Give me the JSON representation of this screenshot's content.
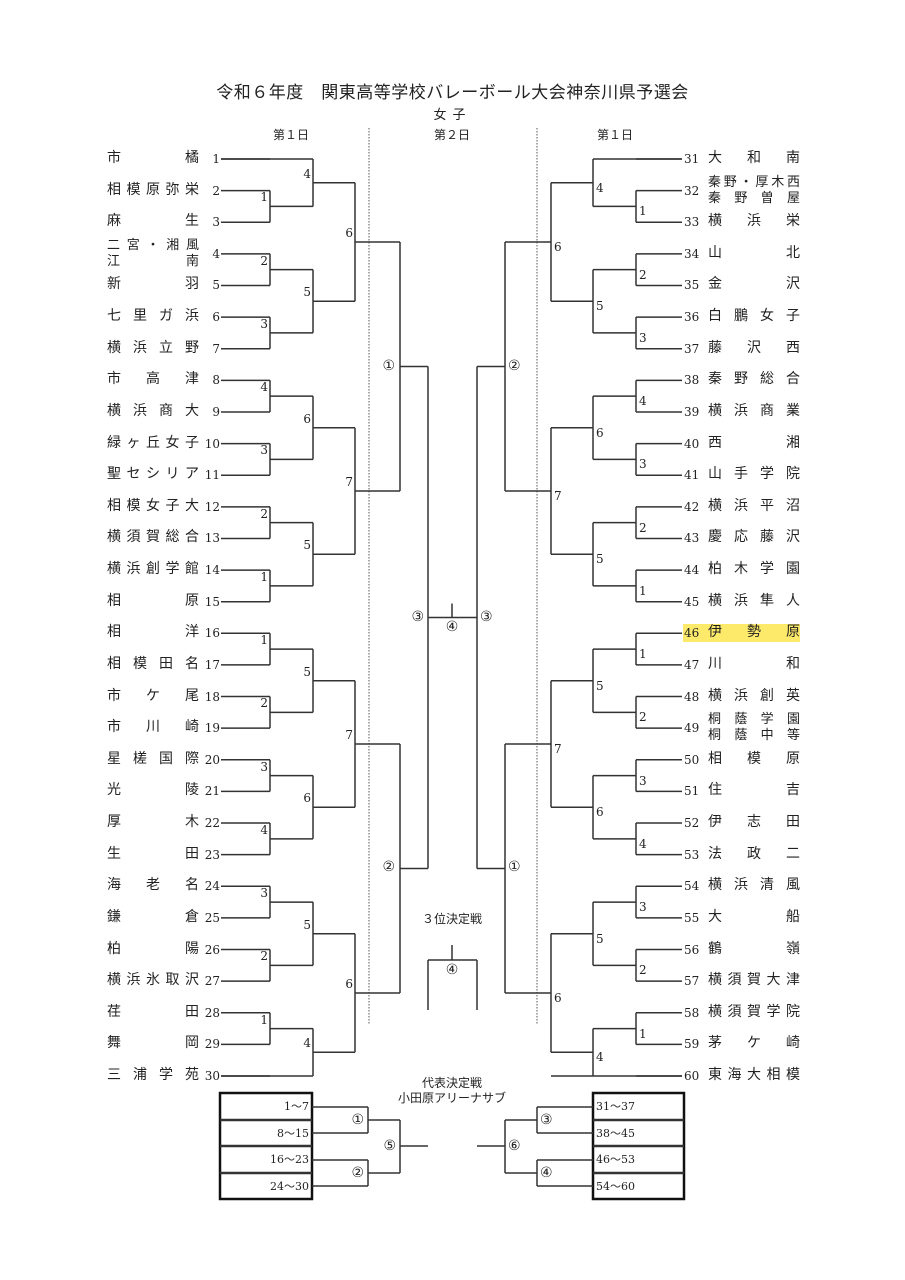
{
  "header": {
    "title": "令和６年度　関東高等学校バレーボール大会神奈川県予選会",
    "subtitle": "女子",
    "day_left": "第１日",
    "day_center": "第２日",
    "day_right": "第１日"
  },
  "left_teams": [
    {
      "seed": "1",
      "name": [
        "市",
        "橘"
      ]
    },
    {
      "seed": "2",
      "name": [
        "相",
        "模",
        "原",
        "弥",
        "栄"
      ]
    },
    {
      "seed": "3",
      "name": [
        "麻",
        "生"
      ]
    },
    {
      "seed": "4",
      "lines": [
        [
          "二",
          "宮",
          "・",
          "湘",
          "風"
        ],
        [
          "江",
          "南"
        ]
      ]
    },
    {
      "seed": "5",
      "name": [
        "新",
        "羽"
      ]
    },
    {
      "seed": "6",
      "name": [
        "七",
        "里",
        "ガ",
        "浜"
      ]
    },
    {
      "seed": "7",
      "name": [
        "横",
        "浜",
        "立",
        "野"
      ]
    },
    {
      "seed": "8",
      "name": [
        "市",
        "高",
        "津"
      ]
    },
    {
      "seed": "9",
      "name": [
        "横",
        "浜",
        "商",
        "大"
      ]
    },
    {
      "seed": "10",
      "name": [
        "緑",
        "ヶ",
        "丘",
        "女",
        "子"
      ]
    },
    {
      "seed": "11",
      "name": [
        "聖",
        "セ",
        "シ",
        "リ",
        "ア"
      ]
    },
    {
      "seed": "12",
      "name": [
        "相",
        "模",
        "女",
        "子",
        "大"
      ]
    },
    {
      "seed": "13",
      "name": [
        "横",
        "須",
        "賀",
        "総",
        "合"
      ]
    },
    {
      "seed": "14",
      "name": [
        "横",
        "浜",
        "創",
        "学",
        "館"
      ]
    },
    {
      "seed": "15",
      "name": [
        "相",
        "原"
      ]
    },
    {
      "seed": "16",
      "name": [
        "相",
        "洋"
      ]
    },
    {
      "seed": "17",
      "name": [
        "相",
        "模",
        "田",
        "名"
      ]
    },
    {
      "seed": "18",
      "name": [
        "市",
        "ケ",
        "尾"
      ]
    },
    {
      "seed": "19",
      "name": [
        "市",
        "川",
        "崎"
      ]
    },
    {
      "seed": "20",
      "name": [
        "星",
        "槎",
        "国",
        "際"
      ]
    },
    {
      "seed": "21",
      "name": [
        "光",
        "陵"
      ]
    },
    {
      "seed": "22",
      "name": [
        "厚",
        "木"
      ]
    },
    {
      "seed": "23",
      "name": [
        "生",
        "田"
      ]
    },
    {
      "seed": "24",
      "name": [
        "海",
        "老",
        "名"
      ]
    },
    {
      "seed": "25",
      "name": [
        "鎌",
        "倉"
      ]
    },
    {
      "seed": "26",
      "name": [
        "柏",
        "陽"
      ]
    },
    {
      "seed": "27",
      "name": [
        "横",
        "浜",
        "氷",
        "取",
        "沢"
      ]
    },
    {
      "seed": "28",
      "name": [
        "荏",
        "田"
      ]
    },
    {
      "seed": "29",
      "name": [
        "舞",
        "岡"
      ]
    },
    {
      "seed": "30",
      "name": [
        "三",
        "浦",
        "学",
        "苑"
      ]
    }
  ],
  "right_teams": [
    {
      "seed": "31",
      "name": [
        "大",
        "和",
        "南"
      ]
    },
    {
      "seed": "32",
      "lines": [
        [
          "秦",
          "野",
          "・",
          "厚",
          "木",
          "西"
        ],
        [
          "秦",
          "野",
          "曽",
          "屋"
        ]
      ]
    },
    {
      "seed": "33",
      "name": [
        "横",
        "浜",
        "栄"
      ]
    },
    {
      "seed": "34",
      "name": [
        "山",
        "北"
      ]
    },
    {
      "seed": "35",
      "name": [
        "金",
        "沢"
      ]
    },
    {
      "seed": "36",
      "name": [
        "白",
        "鵬",
        "女",
        "子"
      ]
    },
    {
      "seed": "37",
      "name": [
        "藤",
        "沢",
        "西"
      ]
    },
    {
      "seed": "38",
      "name": [
        "秦",
        "野",
        "総",
        "合"
      ]
    },
    {
      "seed": "39",
      "name": [
        "横",
        "浜",
        "商",
        "業"
      ]
    },
    {
      "seed": "40",
      "name": [
        "西",
        "湘"
      ]
    },
    {
      "seed": "41",
      "name": [
        "山",
        "手",
        "学",
        "院"
      ]
    },
    {
      "seed": "42",
      "name": [
        "横",
        "浜",
        "平",
        "沼"
      ]
    },
    {
      "seed": "43",
      "name": [
        "慶",
        "応",
        "藤",
        "沢"
      ]
    },
    {
      "seed": "44",
      "name": [
        "柏",
        "木",
        "学",
        "園"
      ]
    },
    {
      "seed": "45",
      "name": [
        "横",
        "浜",
        "隼",
        "人"
      ]
    },
    {
      "seed": "46",
      "name": [
        "伊",
        "勢",
        "原"
      ],
      "highlight": true
    },
    {
      "seed": "47",
      "name": [
        "川",
        "和"
      ]
    },
    {
      "seed": "48",
      "name": [
        "横",
        "浜",
        "創",
        "英"
      ]
    },
    {
      "seed": "49",
      "lines": [
        [
          "桐",
          "蔭",
          "学",
          "園"
        ],
        [
          "桐",
          "蔭",
          "中",
          "等"
        ]
      ]
    },
    {
      "seed": "50",
      "name": [
        "相",
        "模",
        "原"
      ]
    },
    {
      "seed": "51",
      "name": [
        "住",
        "吉"
      ]
    },
    {
      "seed": "52",
      "name": [
        "伊",
        "志",
        "田"
      ]
    },
    {
      "seed": "53",
      "name": [
        "法",
        "政",
        "二"
      ]
    },
    {
      "seed": "54",
      "name": [
        "横",
        "浜",
        "清",
        "風"
      ]
    },
    {
      "seed": "55",
      "name": [
        "大",
        "船"
      ]
    },
    {
      "seed": "56",
      "name": [
        "鶴",
        "嶺"
      ]
    },
    {
      "seed": "57",
      "name": [
        "横",
        "須",
        "賀",
        "大",
        "津"
      ]
    },
    {
      "seed": "58",
      "name": [
        "横",
        "須",
        "賀",
        "学",
        "院"
      ]
    },
    {
      "seed": "59",
      "name": [
        "茅",
        "ケ",
        "崎"
      ]
    },
    {
      "seed": "60",
      "name": [
        "東",
        "海",
        "大",
        "相",
        "模"
      ]
    }
  ],
  "match_labels": {
    "left": [
      "1",
      "2",
      "3",
      "2",
      "1",
      "1",
      "3",
      "2",
      "1",
      "3",
      "4",
      "2",
      "4",
      "5",
      "6",
      "5",
      "6",
      "5",
      "5",
      "7",
      "7",
      "6",
      "4",
      "6",
      "①",
      "②",
      "③"
    ],
    "right": [
      "4",
      "1",
      "2",
      "3",
      "4",
      "3",
      "2",
      "1",
      "1",
      "2",
      "3",
      "4",
      "3",
      "2",
      "1",
      "6",
      "5",
      "6",
      "5",
      "5",
      "6",
      "4",
      "7",
      "7",
      "6",
      "②",
      "①",
      "③"
    ],
    "final": "④",
    "third_place_label": "３位決定戦",
    "third_place_match": "④"
  },
  "representative": {
    "title": "代表決定戦",
    "venue": "小田原アリーナサブ",
    "left_ranges": [
      "1〜7",
      "8〜15",
      "16〜23",
      "24〜30"
    ],
    "right_ranges": [
      "31〜37",
      "38〜45",
      "46〜53",
      "54〜60"
    ],
    "left_matches": [
      "①",
      "②",
      "⑤"
    ],
    "right_matches": [
      "③",
      "④",
      "⑥"
    ]
  },
  "colors": {
    "line": "#333333",
    "highlight": "#fde96a",
    "dotted": "#555555"
  }
}
